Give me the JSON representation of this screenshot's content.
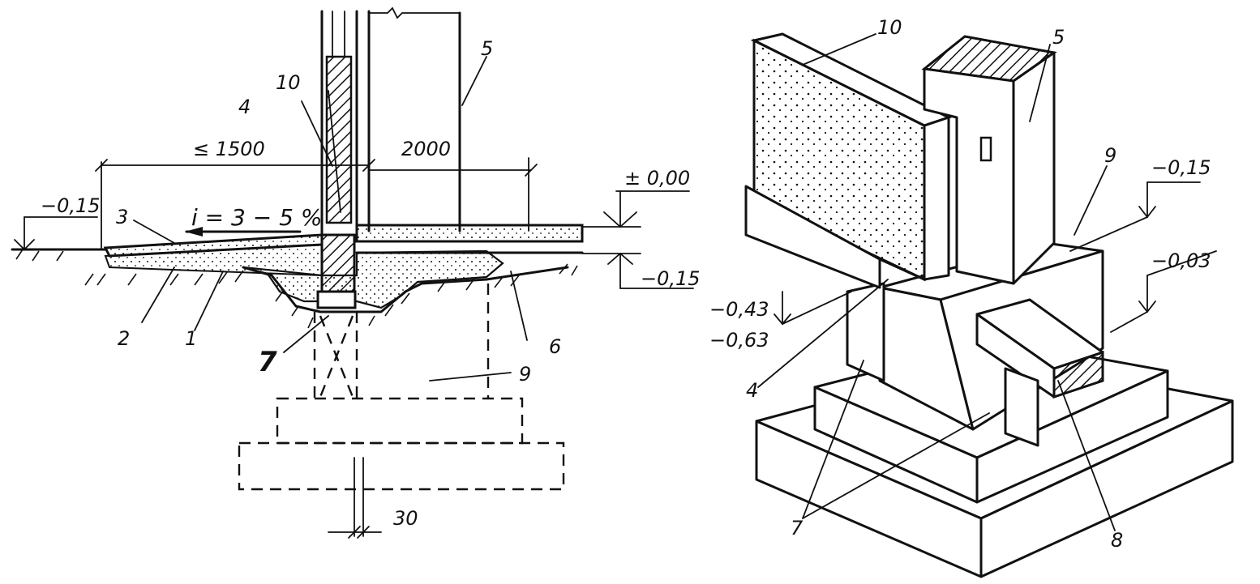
{
  "section": {
    "labels": {
      "n1": "1",
      "n2": "2",
      "n3": "3",
      "n4": "4",
      "n5": "5",
      "n6": "6",
      "n7": "7",
      "n9": "9",
      "n10": "10"
    },
    "dims": {
      "width_blind_area": "≤ 1500",
      "width_2000": "2000",
      "width_30": "30"
    },
    "slope": "i = 3 − 5 %",
    "levels": {
      "ground_left": "−0,15",
      "floor": "± 0,00",
      "ground_right": "−0,15"
    }
  },
  "iso": {
    "labels": {
      "n10": "10",
      "n5": "5",
      "n9": "9",
      "n4": "4",
      "n7": "7",
      "n8": "8"
    },
    "levels": {
      "top": "−0,15",
      "second": "−0,03",
      "l043": "−0,43",
      "l063": "−0,63"
    }
  }
}
